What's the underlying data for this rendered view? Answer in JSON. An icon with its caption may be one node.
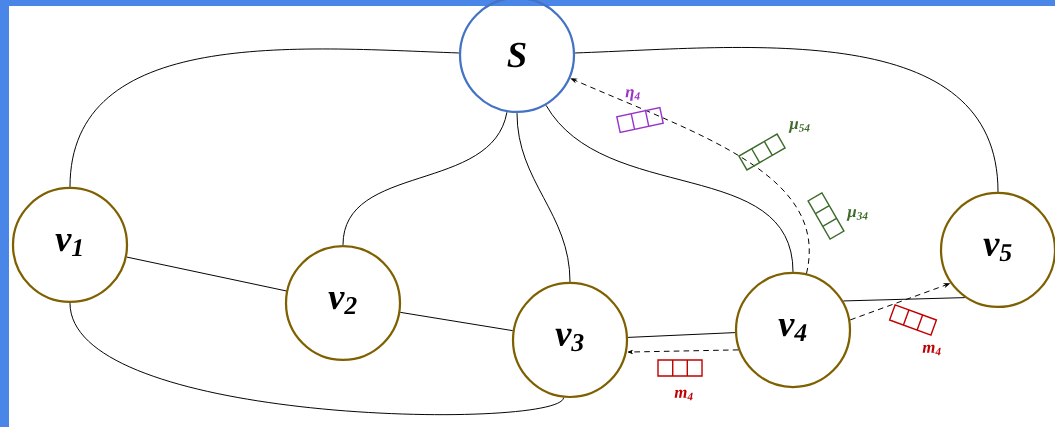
{
  "diagram": {
    "nodes": [
      {
        "text": [
          "*S*"
        ]
      },
      {
        "text": [
          "ν$_{1}$"
        ]
      },
      {
        "text": [
          "ν$_{2}$"
        ]
      },
      {
        "text": [
          "ν$_{3}$"
        ]
      },
      {
        "text": [
          "ν$_{4}$"
        ]
      },
      {
        "text": [
          "ν$_{5}$"
        ]
      }
    ],
    "edges": [
      {
        "from": 0,
        "to": 1,
        "arrow": "none"
      },
      {
        "from": 0,
        "to": 5,
        "arrow": "none"
      },
      {
        "from": 0,
        "to": 2,
        "arrow": "none"
      },
      {
        "from": 0,
        "to": 3,
        "arrow": "none"
      },
      {
        "from": 0,
        "to": 4,
        "arrow": "none"
      },
      {
        "from": 1,
        "to": 2,
        "arrow": "none"
      },
      {
        "from": 2,
        "to": 3,
        "arrow": "none"
      },
      {
        "from": 3,
        "to": 4,
        "arrow": "none"
      },
      {
        "from": 4,
        "to": 5,
        "arrow": "none"
      },
      {
        "from": 1,
        "to": 3,
        "arrow": "none"
      },
      {
        "from": 4,
        "to": 0,
        "arrow": "to",
        "style": "dashed"
      },
      {
        "from": 4,
        "to": 3,
        "arrow": "to",
        "style": "dashed"
      },
      {
        "from": 4,
        "to": 5,
        "arrow": "to",
        "style": "dashed"
      }
    ],
    "labels": [
      "η$_{4}$",
      "μ$_{54}$",
      "μ$_{34}$",
      "m$_{4}$",
      "m$_{4}$"
    ]
  }
}
